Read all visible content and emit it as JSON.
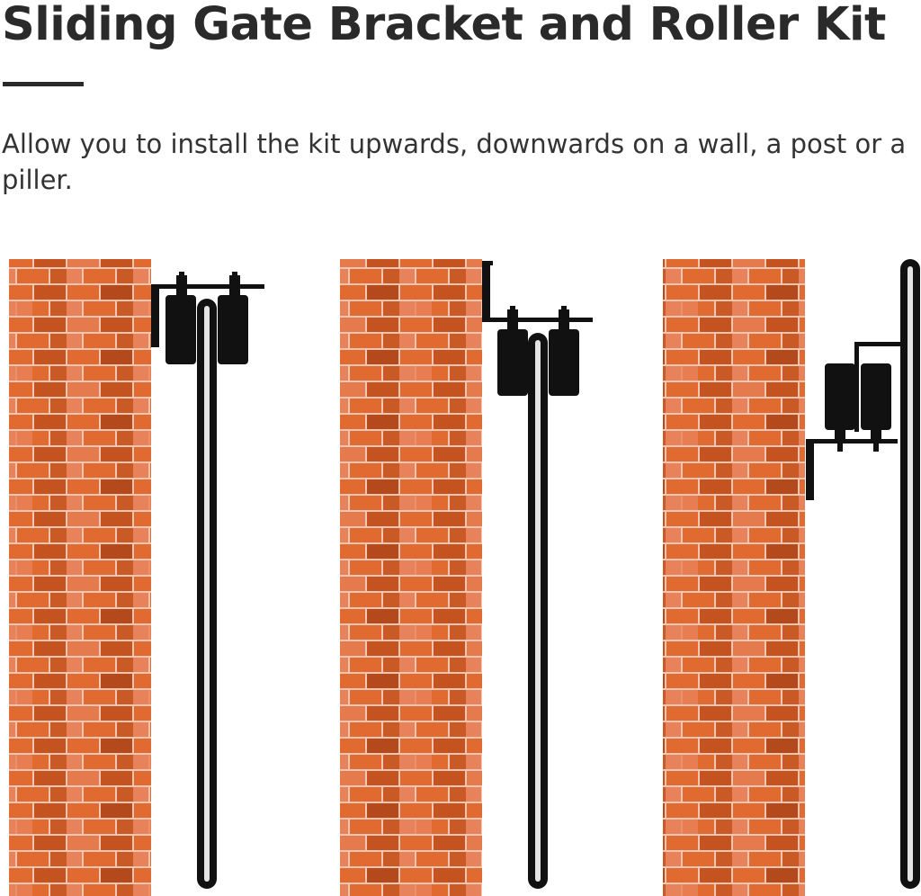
{
  "header": {
    "title": "Sliding Gate Bracket and Roller Kit",
    "description": "Allow you to install the kit upwards, downwards on a wall, a post or a piller."
  },
  "illustrations": [
    {
      "id": "top-mount",
      "mount": "top"
    },
    {
      "id": "drop-mount",
      "mount": "drop"
    },
    {
      "id": "underside-mount",
      "mount": "underside"
    }
  ],
  "colors": {
    "brick_light": "#e8825a",
    "brick_mid": "#e06a2f",
    "brick_dark": "#c4531f",
    "brick_deep": "#a8431a",
    "mortar": "#f2c6b3",
    "hardware": "#111111",
    "rail_stripe": "#e3e3e3",
    "text": "#2a2a2a"
  }
}
